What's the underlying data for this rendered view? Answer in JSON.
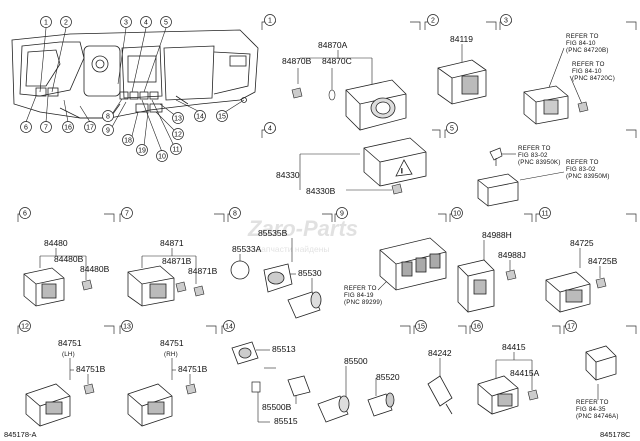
{
  "overview": {
    "callouts": [
      "1",
      "2",
      "3",
      "4",
      "5",
      "6",
      "7",
      "8",
      "9",
      "10",
      "11",
      "12",
      "13",
      "14",
      "15",
      "16",
      "17",
      "18",
      "19"
    ]
  },
  "sections": {
    "s1": {
      "num": "1",
      "labels": [
        "84870A",
        "84870B",
        "84870C"
      ]
    },
    "s2": {
      "num": "2",
      "labels": [
        "84119"
      ]
    },
    "s3": {
      "num": "3",
      "refs": [
        "REFER TO",
        "FIG 84-10",
        "(PNC 84720B)",
        "REFER TO",
        "FIG 84-10",
        "(PNC 84720C)"
      ]
    },
    "s4": {
      "num": "4",
      "labels": [
        "84330",
        "84330B"
      ]
    },
    "s5": {
      "num": "5",
      "refs": [
        "REFER TO",
        "FIG 83-02",
        "(PNC 83950K)",
        "REFER TO",
        "FIG 83-02",
        "(PNC 83950M)"
      ]
    },
    "s6": {
      "num": "6",
      "labels": [
        "84480",
        "84480B",
        "84480B"
      ]
    },
    "s7": {
      "num": "7",
      "labels": [
        "84871",
        "84871B",
        "84871B"
      ]
    },
    "s8": {
      "num": "8",
      "labels": [
        "85535B",
        "85533A",
        "85530"
      ]
    },
    "s9": {
      "num": "9",
      "refs": [
        "REFER TO",
        "FIG 84-19",
        "(PNC 89299)"
      ]
    },
    "s10": {
      "num": "10",
      "labels": [
        "84988H",
        "84988J"
      ]
    },
    "s11": {
      "num": "11",
      "labels": [
        "84725",
        "84725B"
      ]
    },
    "s12": {
      "num": "12",
      "labels": [
        "84751",
        "(LH)",
        "84751B"
      ]
    },
    "s13": {
      "num": "13",
      "labels": [
        "84751",
        "(RH)",
        "84751B"
      ]
    },
    "s14": {
      "num": "14",
      "labels": [
        "85513",
        "85515",
        "85500B",
        "85500",
        "85520"
      ]
    },
    "s15": {
      "num": "15",
      "labels": [
        "84242"
      ]
    },
    "s16": {
      "num": "16",
      "labels": [
        "84415",
        "84415A"
      ]
    },
    "s17": {
      "num": "17",
      "refs": [
        "REFER TO",
        "FIG 84-35",
        "(PNC 84746A)"
      ]
    }
  },
  "footer": {
    "left": "845178-A",
    "right": "845178C"
  },
  "watermark": {
    "main": "Zaro-Parts",
    "sub": "Запчасти найдены"
  }
}
